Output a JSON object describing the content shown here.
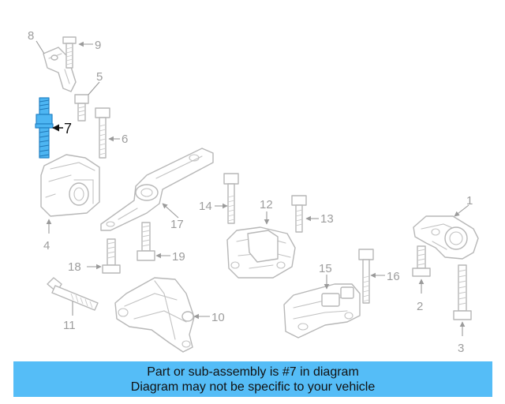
{
  "banner": {
    "line1": "Part or sub-assembly is #7 in diagram",
    "line2": "Diagram may not be specific to your vehicle"
  },
  "highlight_color": "#4db5f2",
  "banner_color": "#55bdf7",
  "highlighted_part": "7",
  "callouts": {
    "c1": "1",
    "c2": "2",
    "c3": "3",
    "c4": "4",
    "c5": "5",
    "c6": "6",
    "c7": "7",
    "c8": "8",
    "c9": "9",
    "c10": "10",
    "c11": "11",
    "c12": "12",
    "c13": "13",
    "c14": "14",
    "c15": "15",
    "c16": "16",
    "c17": "17",
    "c18": "18",
    "c19": "19"
  }
}
